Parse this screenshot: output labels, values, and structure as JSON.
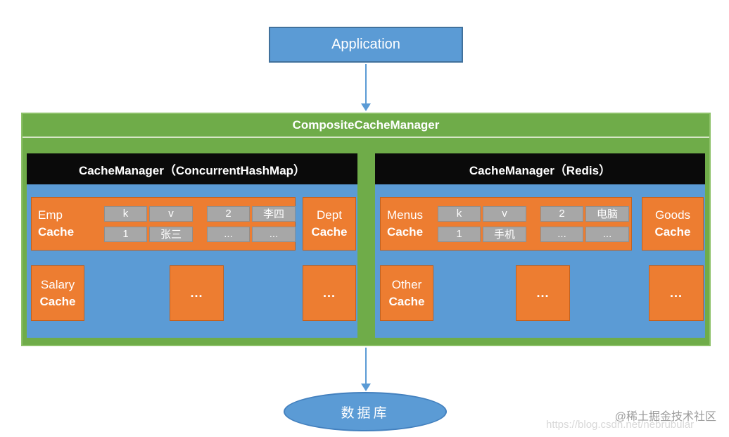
{
  "application": {
    "label": "Application"
  },
  "composite_title": "CompositeCacheManager",
  "panels": [
    {
      "header": "CacheManager（ConcurrentHashMap）",
      "main_label_line1": "Emp",
      "main_label_line2": "Cache",
      "kv_table_left": {
        "r1c1": "k",
        "r1c2": "v",
        "r2c1": "1",
        "r2c2": "张三"
      },
      "kv_table_right": {
        "r1c1": "2",
        "r1c2": "李四",
        "r2c1": "...",
        "r2c2": "..."
      },
      "side_label_line1": "Dept",
      "side_label_line2": "Cache",
      "bottom_label_line1": "Salary",
      "bottom_label_line2": "Cache",
      "dots_box_1": "...",
      "dots_box_2": "..."
    },
    {
      "header": "CacheManager（Redis）",
      "main_label_line1": "Menus",
      "main_label_line2": "Cache",
      "kv_table_left": {
        "r1c1": "k",
        "r1c2": "v",
        "r2c1": "1",
        "r2c2": "手机"
      },
      "kv_table_right": {
        "r1c1": "2",
        "r1c2": "电脑",
        "r2c1": "...",
        "r2c2": "..."
      },
      "side_label_line1": "Goods",
      "side_label_line2": "Cache",
      "bottom_label_line1": "Other",
      "bottom_label_line2": "Cache",
      "dots_box_1": "...",
      "dots_box_2": "..."
    }
  ],
  "database": {
    "label": "数据库"
  },
  "watermark": {
    "community": "@稀土掘金技术社区",
    "url": "https://blog.csdn.net/nebrubular"
  },
  "colors": {
    "box_blue": "#5B9BD5",
    "box_blue_border": "#41719C",
    "container_green": "#6FAC49",
    "cache_orange": "#ED7D31",
    "cell_gray": "#A7A7A7",
    "header_black": "#0A0A0A"
  }
}
